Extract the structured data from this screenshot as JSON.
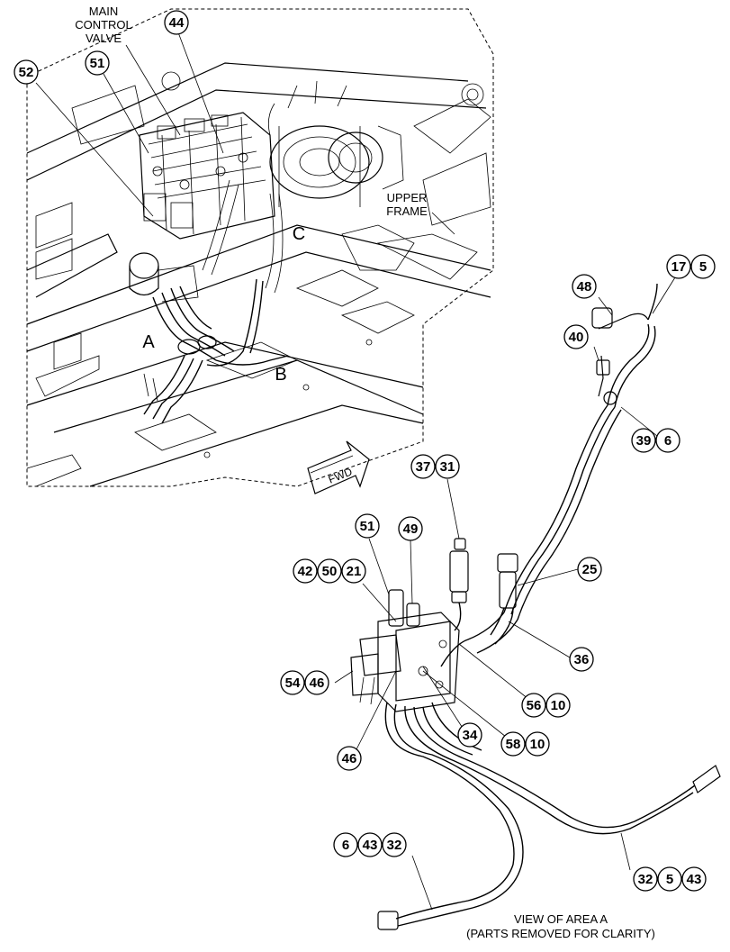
{
  "labels": {
    "main_control_valve_1": "MAIN",
    "main_control_valve_2": "CONTROL",
    "main_control_valve_3": "VALVE",
    "upper_frame_1": "UPPER",
    "upper_frame_2": "FRAME",
    "area_a": "A",
    "area_b": "B",
    "area_c": "C",
    "fwd": "FWD",
    "view_caption_1": "VIEW OF AREA A",
    "view_caption_2": "(PARTS REMOVED FOR CLARITY)"
  },
  "callouts": [
    [
      "52"
    ],
    [
      "51"
    ],
    [
      "44"
    ],
    [
      "48"
    ],
    [
      "17",
      "5"
    ],
    [
      "40"
    ],
    [
      "39",
      "6"
    ],
    [
      "37",
      "31"
    ],
    [
      "51"
    ],
    [
      "49"
    ],
    [
      "42",
      "50",
      "21"
    ],
    [
      "25"
    ],
    [
      "36"
    ],
    [
      "54",
      "46"
    ],
    [
      "56",
      "10"
    ],
    [
      "34"
    ],
    [
      "58",
      "10"
    ],
    [
      "46"
    ],
    [
      "6",
      "43",
      "32"
    ],
    [
      "32",
      "5",
      "43"
    ]
  ]
}
